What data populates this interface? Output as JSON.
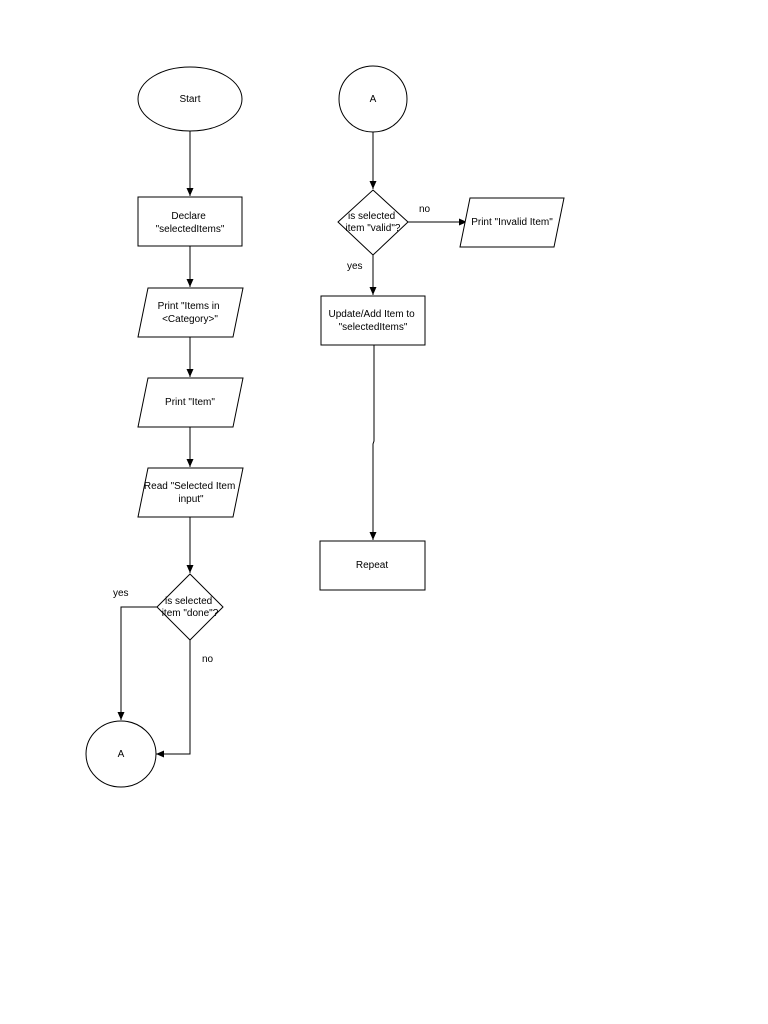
{
  "flowchart": {
    "start": "Start",
    "declare": [
      "Declare",
      "\"selectedItems\""
    ],
    "print_items_in_category": [
      "Print \"Items in",
      "<Category>\""
    ],
    "print_item": "Print \"Item\"",
    "read_selected_item": [
      "Read \"Selected Item",
      "input\""
    ],
    "decision_done": [
      "is selected",
      "item \"done\"?"
    ],
    "label_yes_done": "yes",
    "label_no_done": "no",
    "connector_a_bottom": "A",
    "connector_a_top": "A",
    "decision_valid": [
      "is selected",
      "item \"valid\"?"
    ],
    "label_no_valid": "no",
    "print_invalid_item": "Print \"Invalid Item\"",
    "label_yes_valid": "yes",
    "update_add_item": [
      "Update/Add Item to",
      "\"selectedItems\""
    ],
    "repeat": "Repeat"
  }
}
